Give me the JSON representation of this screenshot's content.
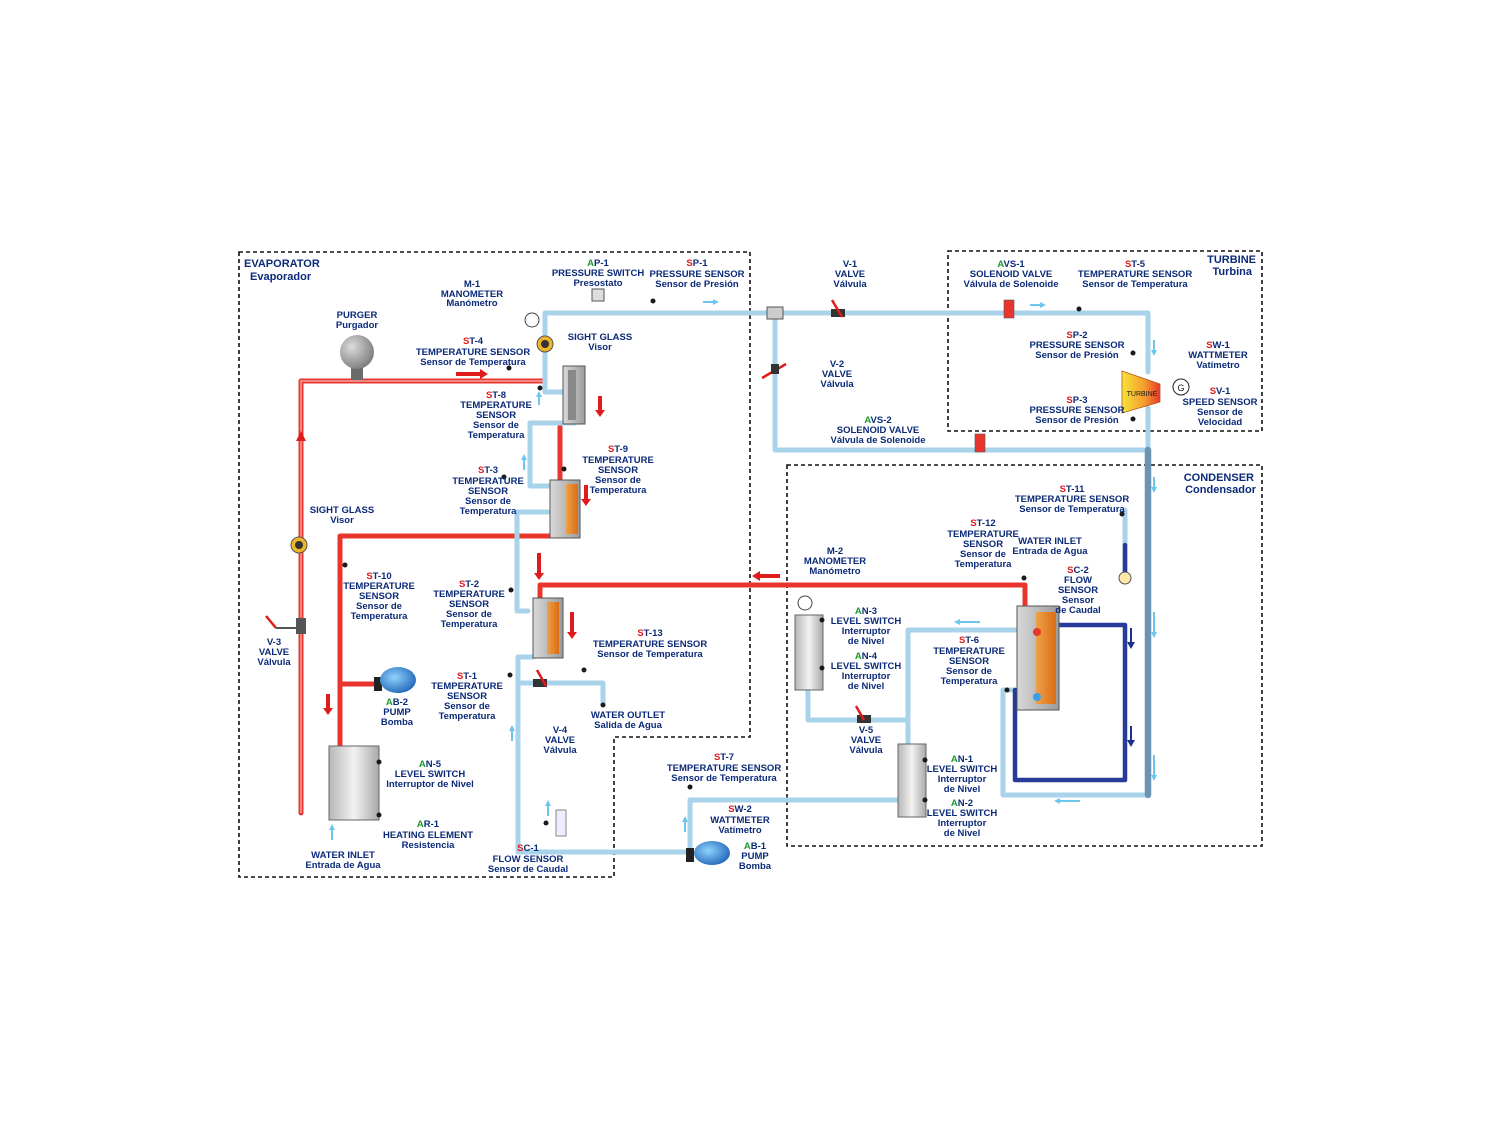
{
  "regions": {
    "evaporator": {
      "title": "EVAPORATOR",
      "subtitle": "Evaporador"
    },
    "turbine": {
      "title": "TURBINE",
      "subtitle": "Turbina"
    },
    "condenser": {
      "title": "CONDENSER",
      "subtitle": "Condensador"
    }
  },
  "labels": {
    "ap1": {
      "prefix": "A",
      "code": "P-1",
      "lines": [
        "PRESSURE SWITCH",
        "Presostato"
      ]
    },
    "sp1": {
      "prefix": "S",
      "code": "P-1",
      "lines": [
        "PRESSURE SENSOR",
        "Sensor de Presión"
      ]
    },
    "m1": {
      "code": "M-1",
      "lines": [
        "MANOMETER",
        "Manómetro"
      ]
    },
    "purger": {
      "lines": [
        "PURGER",
        "Purgador"
      ]
    },
    "sg1": {
      "lines": [
        "SIGHT GLASS",
        "Visor"
      ]
    },
    "st4": {
      "prefix": "S",
      "code": "T-4",
      "lines": [
        "TEMPERATURE SENSOR",
        "Sensor de Temperatura"
      ]
    },
    "st8": {
      "prefix": "S",
      "code": "T-8",
      "lines": [
        "TEMPERATURE",
        "SENSOR",
        "Sensor de",
        "Temperatura"
      ]
    },
    "st9": {
      "prefix": "S",
      "code": "T-9",
      "lines": [
        "TEMPERATURE",
        "SENSOR",
        "Sensor de",
        "Temperatura"
      ]
    },
    "st3": {
      "prefix": "S",
      "code": "T-3",
      "lines": [
        "TEMPERATURE",
        "SENSOR",
        "Sensor de",
        "Temperatura"
      ]
    },
    "sg2": {
      "lines": [
        "SIGHT GLASS",
        "Visor"
      ]
    },
    "st10": {
      "prefix": "S",
      "code": "T-10",
      "lines": [
        "TEMPERATURE",
        "SENSOR",
        "Sensor de",
        "Temperatura"
      ]
    },
    "st2": {
      "prefix": "S",
      "code": "T-2",
      "lines": [
        "TEMPERATURE",
        "SENSOR",
        "Sensor de",
        "Temperatura"
      ]
    },
    "st13": {
      "prefix": "S",
      "code": "T-13",
      "lines": [
        "TEMPERATURE SENSOR",
        "Sensor de Temperatura"
      ]
    },
    "v3": {
      "code": "V-3",
      "lines": [
        "VALVE",
        "Válvula"
      ]
    },
    "ab2": {
      "prefix": "A",
      "code": "B-2",
      "lines": [
        "PUMP",
        "Bomba"
      ]
    },
    "st1": {
      "prefix": "S",
      "code": "T-1",
      "lines": [
        "TEMPERATURE",
        "SENSOR",
        "Sensor de",
        "Temperatura"
      ]
    },
    "v4": {
      "code": "V-4",
      "lines": [
        "VALVE",
        "Válvula"
      ]
    },
    "wo": {
      "lines": [
        "WATER OUTLET",
        "Salida de Agua"
      ]
    },
    "an5": {
      "prefix": "A",
      "code": "N-5",
      "lines": [
        "LEVEL SWITCH",
        "Interruptor de Nivel"
      ]
    },
    "ar1": {
      "prefix": "A",
      "code": "R-1",
      "lines": [
        "HEATING ELEMENT",
        "Resistencia"
      ]
    },
    "wi1": {
      "lines": [
        "WATER INLET",
        "Entrada de Agua"
      ]
    },
    "sc1": {
      "prefix": "S",
      "code": "C-1",
      "lines": [
        "FLOW SENSOR",
        "Sensor de Caudal"
      ]
    },
    "st7": {
      "prefix": "S",
      "code": "T-7",
      "lines": [
        "TEMPERATURE SENSOR",
        "Sensor de Temperatura"
      ]
    },
    "sw2": {
      "prefix": "S",
      "code": "W-2",
      "lines": [
        "WATTMETER",
        "Vatímetro"
      ]
    },
    "ab1": {
      "prefix": "A",
      "code": "B-1",
      "lines": [
        "PUMP",
        "Bomba"
      ]
    },
    "v1": {
      "code": "V-1",
      "lines": [
        "VALVE",
        "Válvula"
      ]
    },
    "v2": {
      "code": "V-2",
      "lines": [
        "VALVE",
        "Válvula"
      ]
    },
    "avs1": {
      "prefix": "A",
      "code": "VS-1",
      "lines": [
        "SOLENOID VALVE",
        "Válvula de Solenoide"
      ]
    },
    "st5": {
      "prefix": "S",
      "code": "T-5",
      "lines": [
        "TEMPERATURE SENSOR",
        "Sensor de Temperatura"
      ]
    },
    "sp2": {
      "prefix": "S",
      "code": "P-2",
      "lines": [
        "PRESSURE SENSOR",
        "Sensor de Presión"
      ]
    },
    "sw1": {
      "prefix": "S",
      "code": "W-1",
      "lines": [
        "WATTMETER",
        "Vatímetro"
      ]
    },
    "sv1": {
      "prefix": "S",
      "code": "V-1",
      "lines": [
        "SPEED SENSOR",
        "Sensor de",
        "Velocidad"
      ]
    },
    "sp3": {
      "prefix": "S",
      "code": "P-3",
      "lines": [
        "PRESSURE SENSOR",
        "Sensor de Presión"
      ]
    },
    "avs2": {
      "prefix": "A",
      "code": "VS-2",
      "lines": [
        "SOLENOID VALVE",
        "Válvula de Solenoide"
      ]
    },
    "st11": {
      "prefix": "S",
      "code": "T-11",
      "lines": [
        "TEMPERATURE SENSOR",
        "Sensor de Temperatura"
      ]
    },
    "st12": {
      "prefix": "S",
      "code": "T-12",
      "lines": [
        "TEMPERATURE",
        "SENSOR",
        "Sensor de",
        "Temperatura"
      ]
    },
    "wi2": {
      "lines": [
        "WATER INLET",
        "Entrada de Agua"
      ]
    },
    "sc2": {
      "prefix": "S",
      "code": "C-2",
      "lines": [
        "FLOW",
        "SENSOR",
        "Sensor",
        "de Caudal"
      ]
    },
    "m2": {
      "code": "M-2",
      "lines": [
        "MANOMETER",
        "Manómetro"
      ]
    },
    "an3": {
      "prefix": "A",
      "code": "N-3",
      "lines": [
        "LEVEL SWITCH",
        "Interruptor",
        "de Nivel"
      ]
    },
    "an4": {
      "prefix": "A",
      "code": "N-4",
      "lines": [
        "LEVEL SWITCH",
        "Interruptor",
        "de Nivel"
      ]
    },
    "st6": {
      "prefix": "S",
      "code": "T-6",
      "lines": [
        "TEMPERATURE",
        "SENSOR",
        "Sensor de",
        "Temperatura"
      ]
    },
    "v5": {
      "code": "V-5",
      "lines": [
        "VALVE",
        "Válvula"
      ]
    },
    "an1": {
      "prefix": "A",
      "code": "N-1",
      "lines": [
        "LEVEL SWITCH",
        "Interruptor",
        "de Nivel"
      ]
    },
    "an2": {
      "prefix": "A",
      "code": "N-2",
      "lines": [
        "LEVEL SWITCH",
        "Interruptor",
        "de Nivel"
      ]
    }
  },
  "turbine": {
    "text": "TURBINE",
    "generator": "G"
  },
  "colors": {
    "hot_line": "#e8362f",
    "cold_line": "#a9d3ea",
    "return_line": "#283a9a",
    "text": "#0b2a78",
    "sensor_prefix": "#e01b1b",
    "actuator_prefix": "#1a9a2a"
  }
}
